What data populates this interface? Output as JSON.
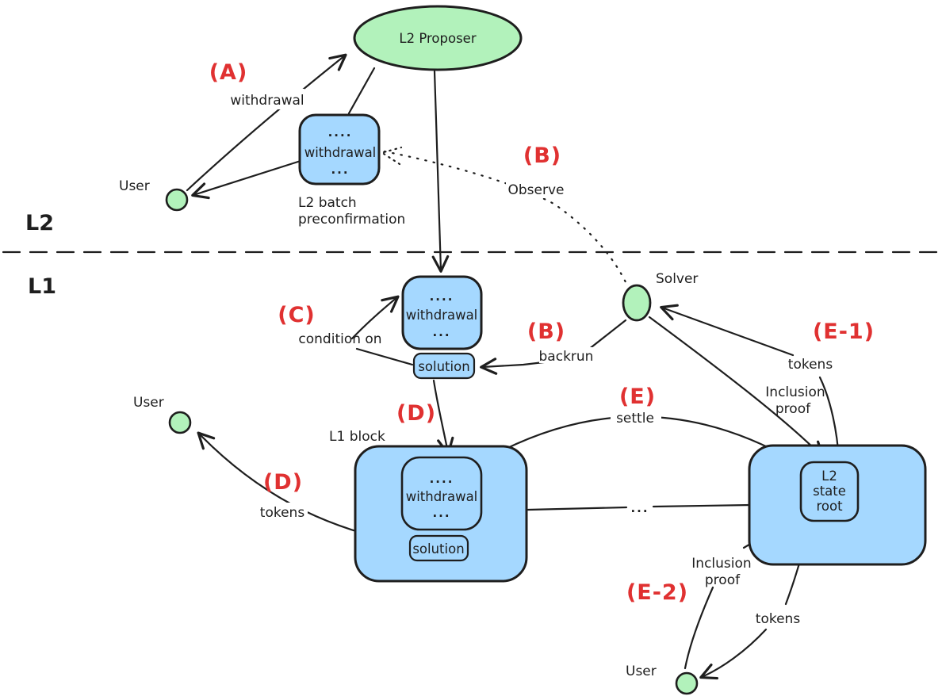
{
  "canvas": {
    "background": "#ffffff",
    "stroke_color": "#1e1e1e",
    "annotation_color": "#e03131",
    "green_fill": "#b2f2bb",
    "blue_fill": "#a5d8ff"
  },
  "layers": {
    "l2_label": "L2",
    "l1_label": "L1"
  },
  "nodes": {
    "l2_proposer": {
      "label": "L2 Proposer"
    },
    "user_top": {
      "label": "User"
    },
    "user_mid": {
      "label": "User"
    },
    "user_bottom": {
      "label": "User"
    },
    "solver": {
      "label": "Solver"
    },
    "l2_batch": {
      "dots_top": "....",
      "label": "withdrawal",
      "dots_bottom": "...",
      "caption_line1": "L2 batch",
      "caption_line2": "preconfirmation"
    },
    "l1_pending_withdrawal": {
      "dots_top": "....",
      "label": "withdrawal",
      "dots_bottom": "..."
    },
    "pending_solution": {
      "label": "solution"
    },
    "l1_block": {
      "caption": "L1 block",
      "withdrawal": {
        "dots_top": "....",
        "label": "withdrawal",
        "dots_bottom": "..."
      },
      "solution": {
        "label": "solution"
      }
    },
    "l2_state_root": {
      "line1": "L2",
      "line2": "state",
      "line3": "root"
    },
    "blocks_ellipsis": "..."
  },
  "annotations": {
    "a": "(A)",
    "b_top": "(B)",
    "b_mid": "(B)",
    "c": "(C)",
    "d_mid": "(D)",
    "d_left": "(D)",
    "e": "(E)",
    "e1": "(E-1)",
    "e2": "(E-2)"
  },
  "edges": {
    "withdrawal": "withdrawal",
    "observe": "Observe",
    "condition_on": "condition on",
    "backrun": "backrun",
    "settle": "settle",
    "tokens_d": "tokens",
    "tokens_e1": "tokens",
    "tokens_e2": "tokens",
    "inclusion_e1_line1": "Inclusion",
    "inclusion_e1_line2": "proof",
    "inclusion_e2_line1": "Inclusion",
    "inclusion_e2_line2": "proof"
  }
}
